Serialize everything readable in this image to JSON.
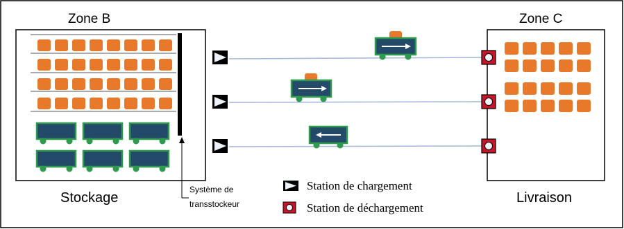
{
  "zone_b": {
    "title": "Zone B",
    "caption": "Stockage"
  },
  "zone_c": {
    "title": "Zone C",
    "caption": "Livraison"
  },
  "transstocker": {
    "line1": "Système de",
    "line2": "transstockeur"
  },
  "legend": {
    "loading": "Station de chargement",
    "unloading": "Station de déchargement"
  },
  "colors": {
    "box": "#e8792a",
    "cart_body": "#244a6a",
    "cart_border": "#2e9a4e",
    "rail": "#9fb7d8",
    "unload_red": "#c8142a",
    "frame": "#000000"
  },
  "icons": {
    "loading_station": "play-triangle-icon",
    "unloading_station": "ring-square-icon",
    "cart_right": "arrow-right-icon",
    "cart_left": "arrow-left-icon"
  }
}
